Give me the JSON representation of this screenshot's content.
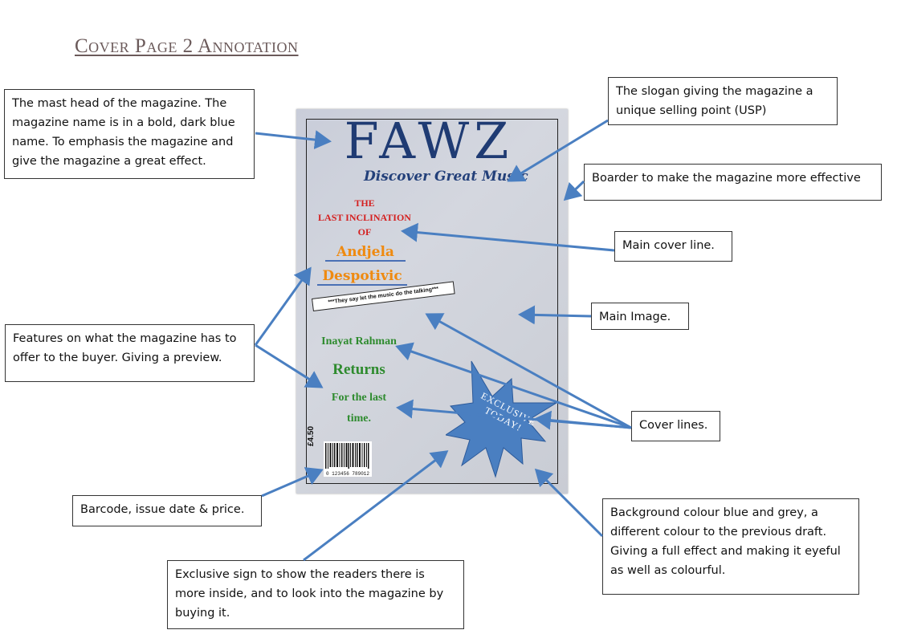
{
  "title": "Cover Page 2 Annotation",
  "cover": {
    "masthead": "FAWZ",
    "slogan": "Discover Great Music",
    "main_line": [
      "THE",
      "LAST INCLINATION",
      "OF"
    ],
    "feature_name": [
      "Andjela",
      "Despotivic"
    ],
    "quote": "***They say let the music do the talking***",
    "cover_lines": [
      "Inayat Rahman",
      "Returns",
      "For the last",
      "time."
    ],
    "exclusive": "EXCLUSIVE TODAY!",
    "price": "£4.50",
    "barcode_number": "0 123456 789012"
  },
  "annotations": {
    "masthead": "The mast head of the magazine. The magazine name is in a bold, dark blue name. To emphasis the magazine and give the magazine a great effect.",
    "slogan": "The slogan giving the magazine a unique selling point (USP)",
    "border": "Boarder to make the magazine more effective",
    "main_cover_line": "Main cover line.",
    "main_image": "Main Image.",
    "features": "Features on what the magazine has to offer to the buyer. Giving a preview.",
    "cover_lines": "Cover lines.",
    "barcode": "Barcode, issue date & price.",
    "background": "Background colour blue and grey, a different colour to the previous draft. Giving a full effect and making it eyeful as well as colourful.",
    "exclusive": "Exclusive sign to show the readers there is more inside, and to look into the magazine by buying it."
  },
  "colors": {
    "masthead": "#1f3b73",
    "arrow": "#4a7fc1",
    "starburst": "#4a7fc1",
    "main_line": "#d42020",
    "feature_name": "#ef8a10",
    "cover_lines": "#2e8b2e"
  }
}
